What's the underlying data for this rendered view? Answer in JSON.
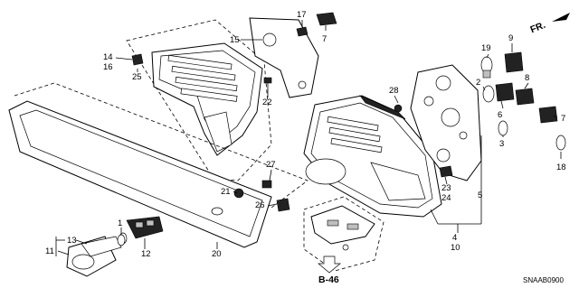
{
  "orientation": {
    "label": "FR."
  },
  "page_reference": "B-46",
  "diagram_code": "SNAAB0900",
  "callouts": {
    "c1": "1",
    "c2": "2",
    "c3": "3",
    "c4": "4",
    "c5": "5",
    "c6": "6",
    "c7a": "7",
    "c7b": "7",
    "c8": "8",
    "c9": "9",
    "c10": "10",
    "c11": "11",
    "c12": "12",
    "c13": "13",
    "c14": "14",
    "c15": "15",
    "c16": "16",
    "c17": "17",
    "c18": "18",
    "c19": "19",
    "c20": "20",
    "c21": "21",
    "c22": "22",
    "c23": "23",
    "c24": "24",
    "c25": "25",
    "c26": "26",
    "c27": "27",
    "c28": "28"
  }
}
